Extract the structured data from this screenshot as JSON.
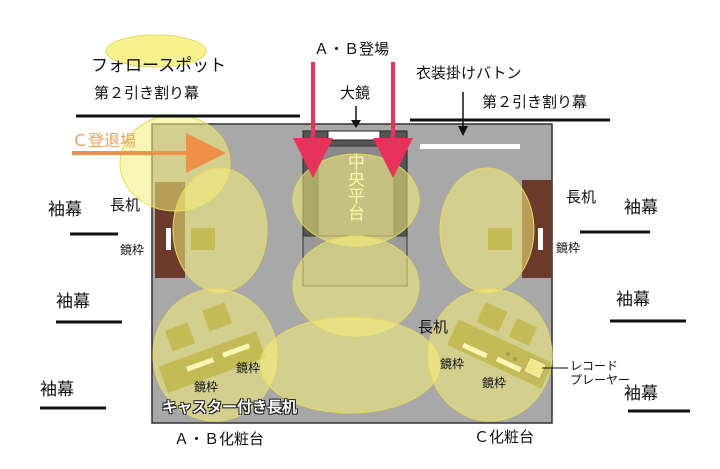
{
  "labels": {
    "follow_spot": "フォロースポット",
    "curtain2_left": "第２引き割り幕",
    "curtain2_right": "第２引き割り幕",
    "ab_entrance": "Ａ・Ｂ登場",
    "big_mirror": "大鏡",
    "costume_batten": "衣装掛けバトン",
    "c_entrance": "Ｃ登退場",
    "center_platform": "中央平台",
    "sode_left_1": "袖幕",
    "sode_left_2": "袖幕",
    "sode_left_3": "袖幕",
    "sode_right_1": "袖幕",
    "sode_right_2": "袖幕",
    "sode_right_3": "袖幕",
    "desk_left": "長机",
    "desk_right": "長机",
    "desk_lower_right": "長机",
    "mirror_frame_left": "鏡枠",
    "mirror_frame_right": "鏡枠",
    "mirror_frame_ab": "鏡枠",
    "mirror_frame_ab_2": "鏡枠",
    "mirror_frame_c": "鏡枠",
    "mirror_frame_c_2": "鏡枠",
    "record_player": "レコード\nプレーヤー",
    "record_player_line1": "レコード",
    "record_player_line2": "プレーヤー",
    "caster_desk": "キャスター付き長机",
    "ab_makeup": "Ａ・Ｂ化粧台",
    "c_makeup": "Ｃ化粧台"
  },
  "colors": {
    "stage_floor": "#a8a8a8",
    "spotlight": "#f6f07a",
    "arrow_red": "#e8325a",
    "arrow_orange": "#f0904a",
    "desk_brown": "#6b3a2a",
    "table_olive": "#8a7a2a",
    "dark_platform": "#555555"
  }
}
